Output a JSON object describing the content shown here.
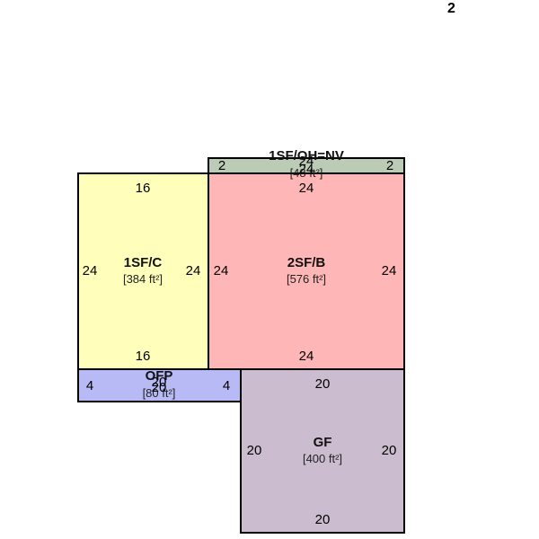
{
  "page_number": "2",
  "areas": {
    "c": {
      "name": "1SF/C",
      "size": "[384 ft²]",
      "color": "#ffffbb",
      "dims": {
        "top": "16",
        "bottom": "16",
        "left": "24",
        "right": "24"
      }
    },
    "b": {
      "name": "2SF/B",
      "size": "[576 ft²]",
      "color": "#ffb6b6",
      "dims": {
        "top": "24",
        "bottom": "24",
        "left": "24",
        "right": "24"
      }
    },
    "oh": {
      "name": "1SF/OH=NV",
      "size": "[48 ft²]",
      "color": "#bccbb6",
      "dims": {
        "top": "24",
        "bottom": "24",
        "left": "2",
        "right": "2"
      }
    },
    "ofp": {
      "name": "OFP",
      "size": "[80 ft²]",
      "color": "#b8baf6",
      "dims": {
        "top": "20",
        "bottom": "20",
        "left": "4",
        "right": "4"
      }
    },
    "gf": {
      "name": "GF",
      "size": "[400 ft²]",
      "color": "#cbbdcf",
      "dims": {
        "top": "20",
        "bottom": "20",
        "left": "20",
        "right": "20"
      }
    }
  }
}
